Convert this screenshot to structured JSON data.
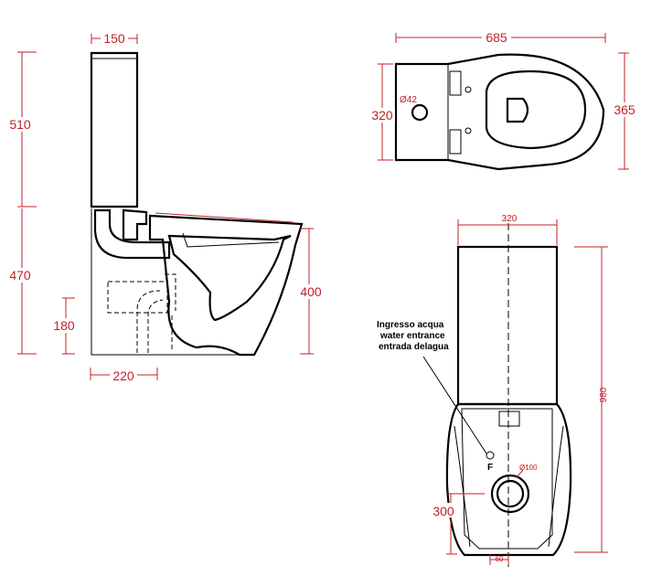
{
  "dimensions": {
    "side_tank_width": "150",
    "side_tank_height": "510",
    "side_lower_height": "470",
    "side_bowl_height": "400",
    "side_outlet_height": "180",
    "side_outlet_distance": "220",
    "top_length": "685",
    "top_width": "365",
    "top_tank_width": "320",
    "top_hole_diameter": "Ø42",
    "front_width": "320",
    "front_height": "980",
    "front_outlet_height": "300",
    "front_outlet_diameter": "Ø100",
    "front_offset": "60"
  },
  "inlet_label": {
    "line1": "Ingresso acqua",
    "line2": "water entrance",
    "line3": "entrada delagua",
    "marker": "F"
  },
  "colors": {
    "dimension": "#c0202a",
    "outline": "#000000"
  }
}
